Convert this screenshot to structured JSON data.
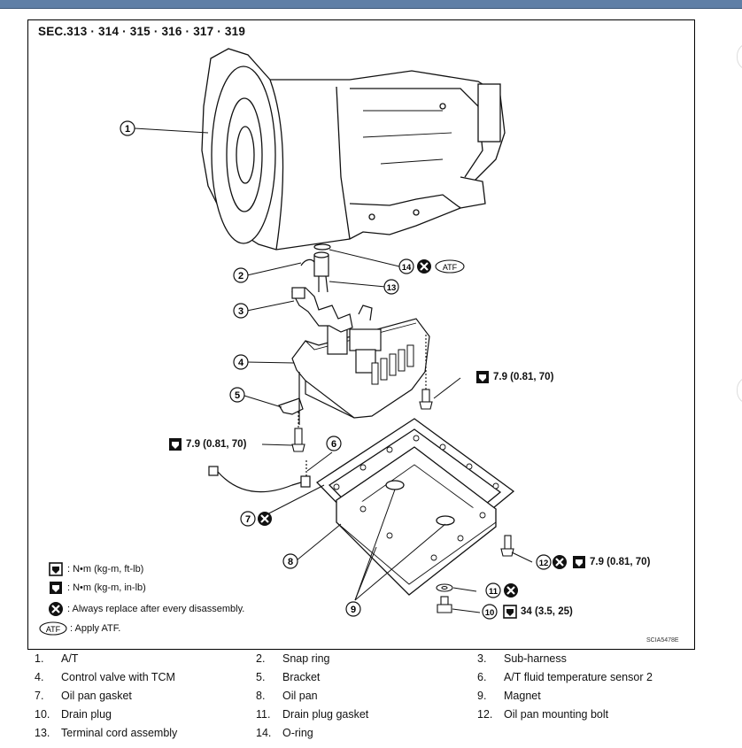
{
  "section": "SEC.313 · 314 · 315 · 316 · 317 · 319",
  "callouts": {
    "c1": "1",
    "c2": "2",
    "c3": "3",
    "c4": "4",
    "c5": "5",
    "c6": "6",
    "c7": "7",
    "c8": "8",
    "c9": "9",
    "c10": "10",
    "c11": "11",
    "c12": "12",
    "c13": "13",
    "c14": "14"
  },
  "torque": {
    "valve_bolt": "7.9  (0.81,  70)",
    "sensor_bolt": "7.9  (0.81,  70)",
    "pan_bolt": "7.9  (0.81,  70)",
    "drain_plug": "34  (3.5,  25)"
  },
  "atf_badge": "ATF",
  "legend": {
    "ft_lb": ": N•m  (kg-m,  ft-lb)",
    "in_lb": ": N•m  (kg-m,  in-lb)",
    "replace": ": Always replace after every disassembly.",
    "atf": ": Apply ATF."
  },
  "code": "SCIA5478E",
  "parts": [
    {
      "num": "1.",
      "name": "A/T"
    },
    {
      "num": "2.",
      "name": "Snap ring"
    },
    {
      "num": "3.",
      "name": "Sub-harness"
    },
    {
      "num": "4.",
      "name": "Control valve with TCM"
    },
    {
      "num": "5.",
      "name": "Bracket"
    },
    {
      "num": "6.",
      "name": "A/T fluid temperature sensor 2"
    },
    {
      "num": "7.",
      "name": "Oil pan gasket"
    },
    {
      "num": "8.",
      "name": "Oil pan"
    },
    {
      "num": "9.",
      "name": "Magnet"
    },
    {
      "num": "10.",
      "name": "Drain plug"
    },
    {
      "num": "11.",
      "name": "Drain plug gasket"
    },
    {
      "num": "12.",
      "name": "Oil pan mounting bolt"
    },
    {
      "num": "13.",
      "name": "Terminal cord assembly"
    },
    {
      "num": "14.",
      "name": "O-ring"
    }
  ]
}
